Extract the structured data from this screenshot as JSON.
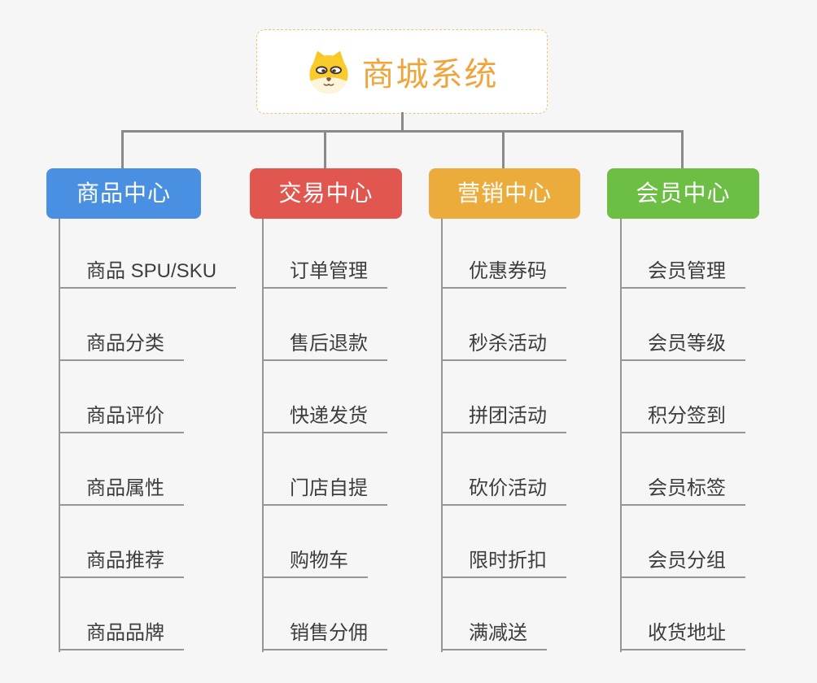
{
  "canvas": {
    "background": "#F6F6F6"
  },
  "colors": {
    "connector": "#8A8A8A",
    "leaf_line": "#969696",
    "leaf_text": "#3D3D3D",
    "branch_text": "#FFFFFF"
  },
  "root": {
    "title": "商城系统",
    "title_color": "#F0A53C",
    "border_color": "#EFC573",
    "background": "#FFFFFF",
    "icon": "shiba-dog-icon"
  },
  "branches": [
    {
      "label": "商品中心",
      "color": "#4A90E2",
      "items": [
        "商品 SPU/SKU",
        "商品分类",
        "商品评价",
        "商品属性",
        "商品推荐",
        "商品品牌"
      ]
    },
    {
      "label": "交易中心",
      "color": "#E15750",
      "items": [
        "订单管理",
        "售后退款",
        "快递发货",
        "门店自提",
        "购物车",
        "销售分佣"
      ]
    },
    {
      "label": "营销中心",
      "color": "#ECAC3B",
      "items": [
        "优惠券码",
        "秒杀活动",
        "拼团活动",
        "砍价活动",
        "限时折扣",
        "满减送"
      ]
    },
    {
      "label": "会员中心",
      "color": "#6DBE44",
      "items": [
        "会员管理",
        "会员等级",
        "积分签到",
        "会员标签",
        "会员分组",
        "收货地址"
      ]
    }
  ]
}
